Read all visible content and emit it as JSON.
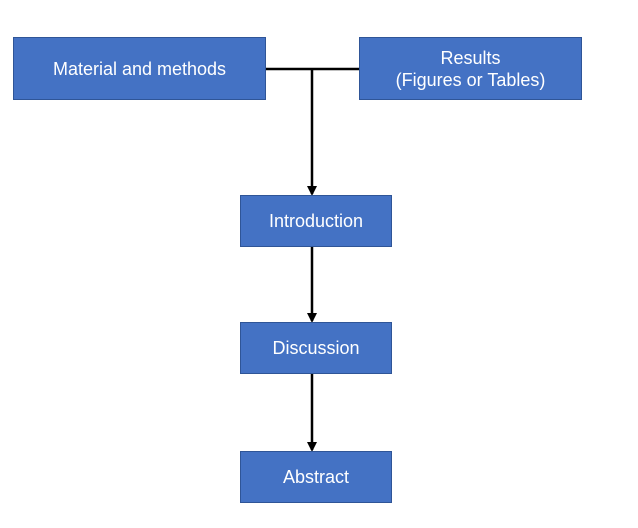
{
  "colors": {
    "box_fill": "#4472c4",
    "box_border": "#2f5597",
    "connector": "#000000"
  },
  "nodes": {
    "material": {
      "label": "Material and methods"
    },
    "results": {
      "line1": "Results",
      "line2": "(Figures or Tables)"
    },
    "introduction": {
      "label": "Introduction"
    },
    "discussion": {
      "label": "Discussion"
    },
    "abstract": {
      "label": "Abstract"
    }
  },
  "edges": [
    {
      "from": "material",
      "to": "introduction"
    },
    {
      "from": "results",
      "to": "introduction"
    },
    {
      "from": "introduction",
      "to": "discussion"
    },
    {
      "from": "discussion",
      "to": "abstract"
    }
  ]
}
